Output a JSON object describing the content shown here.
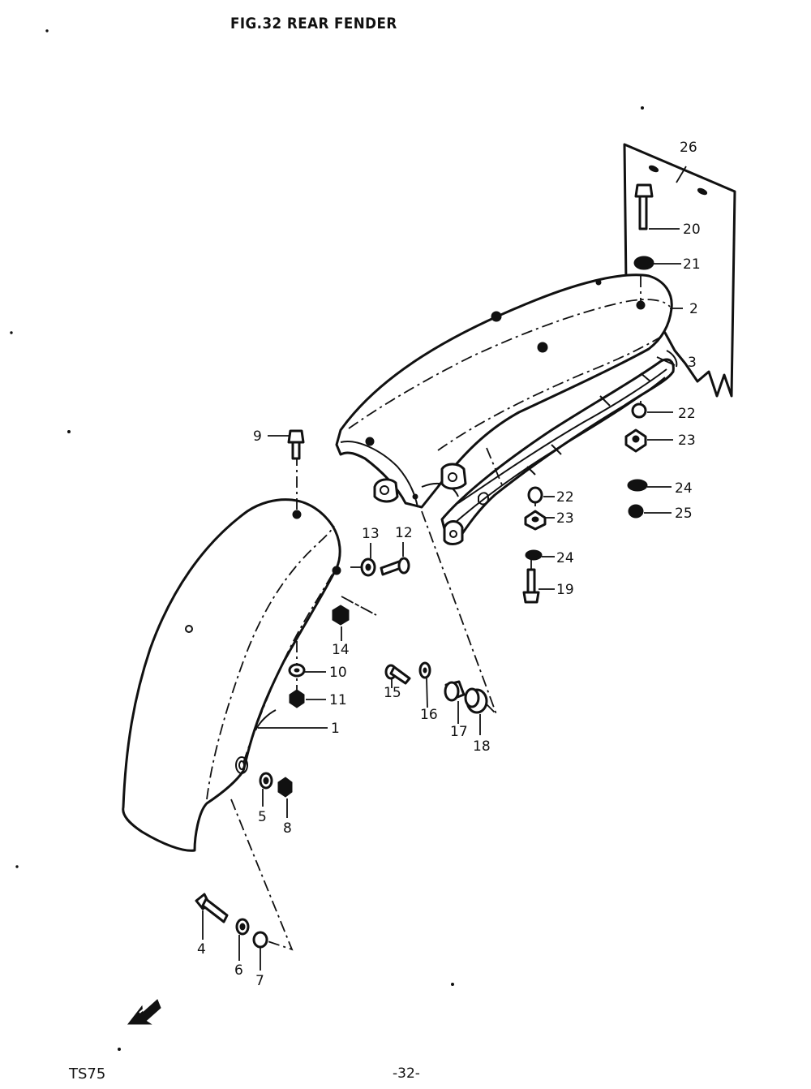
{
  "header": {
    "title": "FIG.32  REAR FENDER"
  },
  "footer": {
    "model": "TS75",
    "page": "-32-"
  },
  "callouts": [
    {
      "id": "c1",
      "label": "1"
    },
    {
      "id": "c2",
      "label": "2"
    },
    {
      "id": "c3",
      "label": "3"
    },
    {
      "id": "c4",
      "label": "4"
    },
    {
      "id": "c5",
      "label": "5"
    },
    {
      "id": "c6",
      "label": "6"
    },
    {
      "id": "c7",
      "label": "7"
    },
    {
      "id": "c8",
      "label": "8"
    },
    {
      "id": "c9",
      "label": "9"
    },
    {
      "id": "c10",
      "label": "10"
    },
    {
      "id": "c11",
      "label": "11"
    },
    {
      "id": "c12",
      "label": "12"
    },
    {
      "id": "c13",
      "label": "13"
    },
    {
      "id": "c14",
      "label": "14"
    },
    {
      "id": "c15",
      "label": "15"
    },
    {
      "id": "c16",
      "label": "16"
    },
    {
      "id": "c17",
      "label": "17"
    },
    {
      "id": "c18",
      "label": "18"
    },
    {
      "id": "c19",
      "label": "19"
    },
    {
      "id": "c20",
      "label": "20"
    },
    {
      "id": "c21",
      "label": "21"
    },
    {
      "id": "c22a",
      "label": "22"
    },
    {
      "id": "c22b",
      "label": "22"
    },
    {
      "id": "c23a",
      "label": "23"
    },
    {
      "id": "c23b",
      "label": "23"
    },
    {
      "id": "c24a",
      "label": "24"
    },
    {
      "id": "c24b",
      "label": "24"
    },
    {
      "id": "c25",
      "label": "25"
    },
    {
      "id": "c26",
      "label": "26"
    }
  ]
}
